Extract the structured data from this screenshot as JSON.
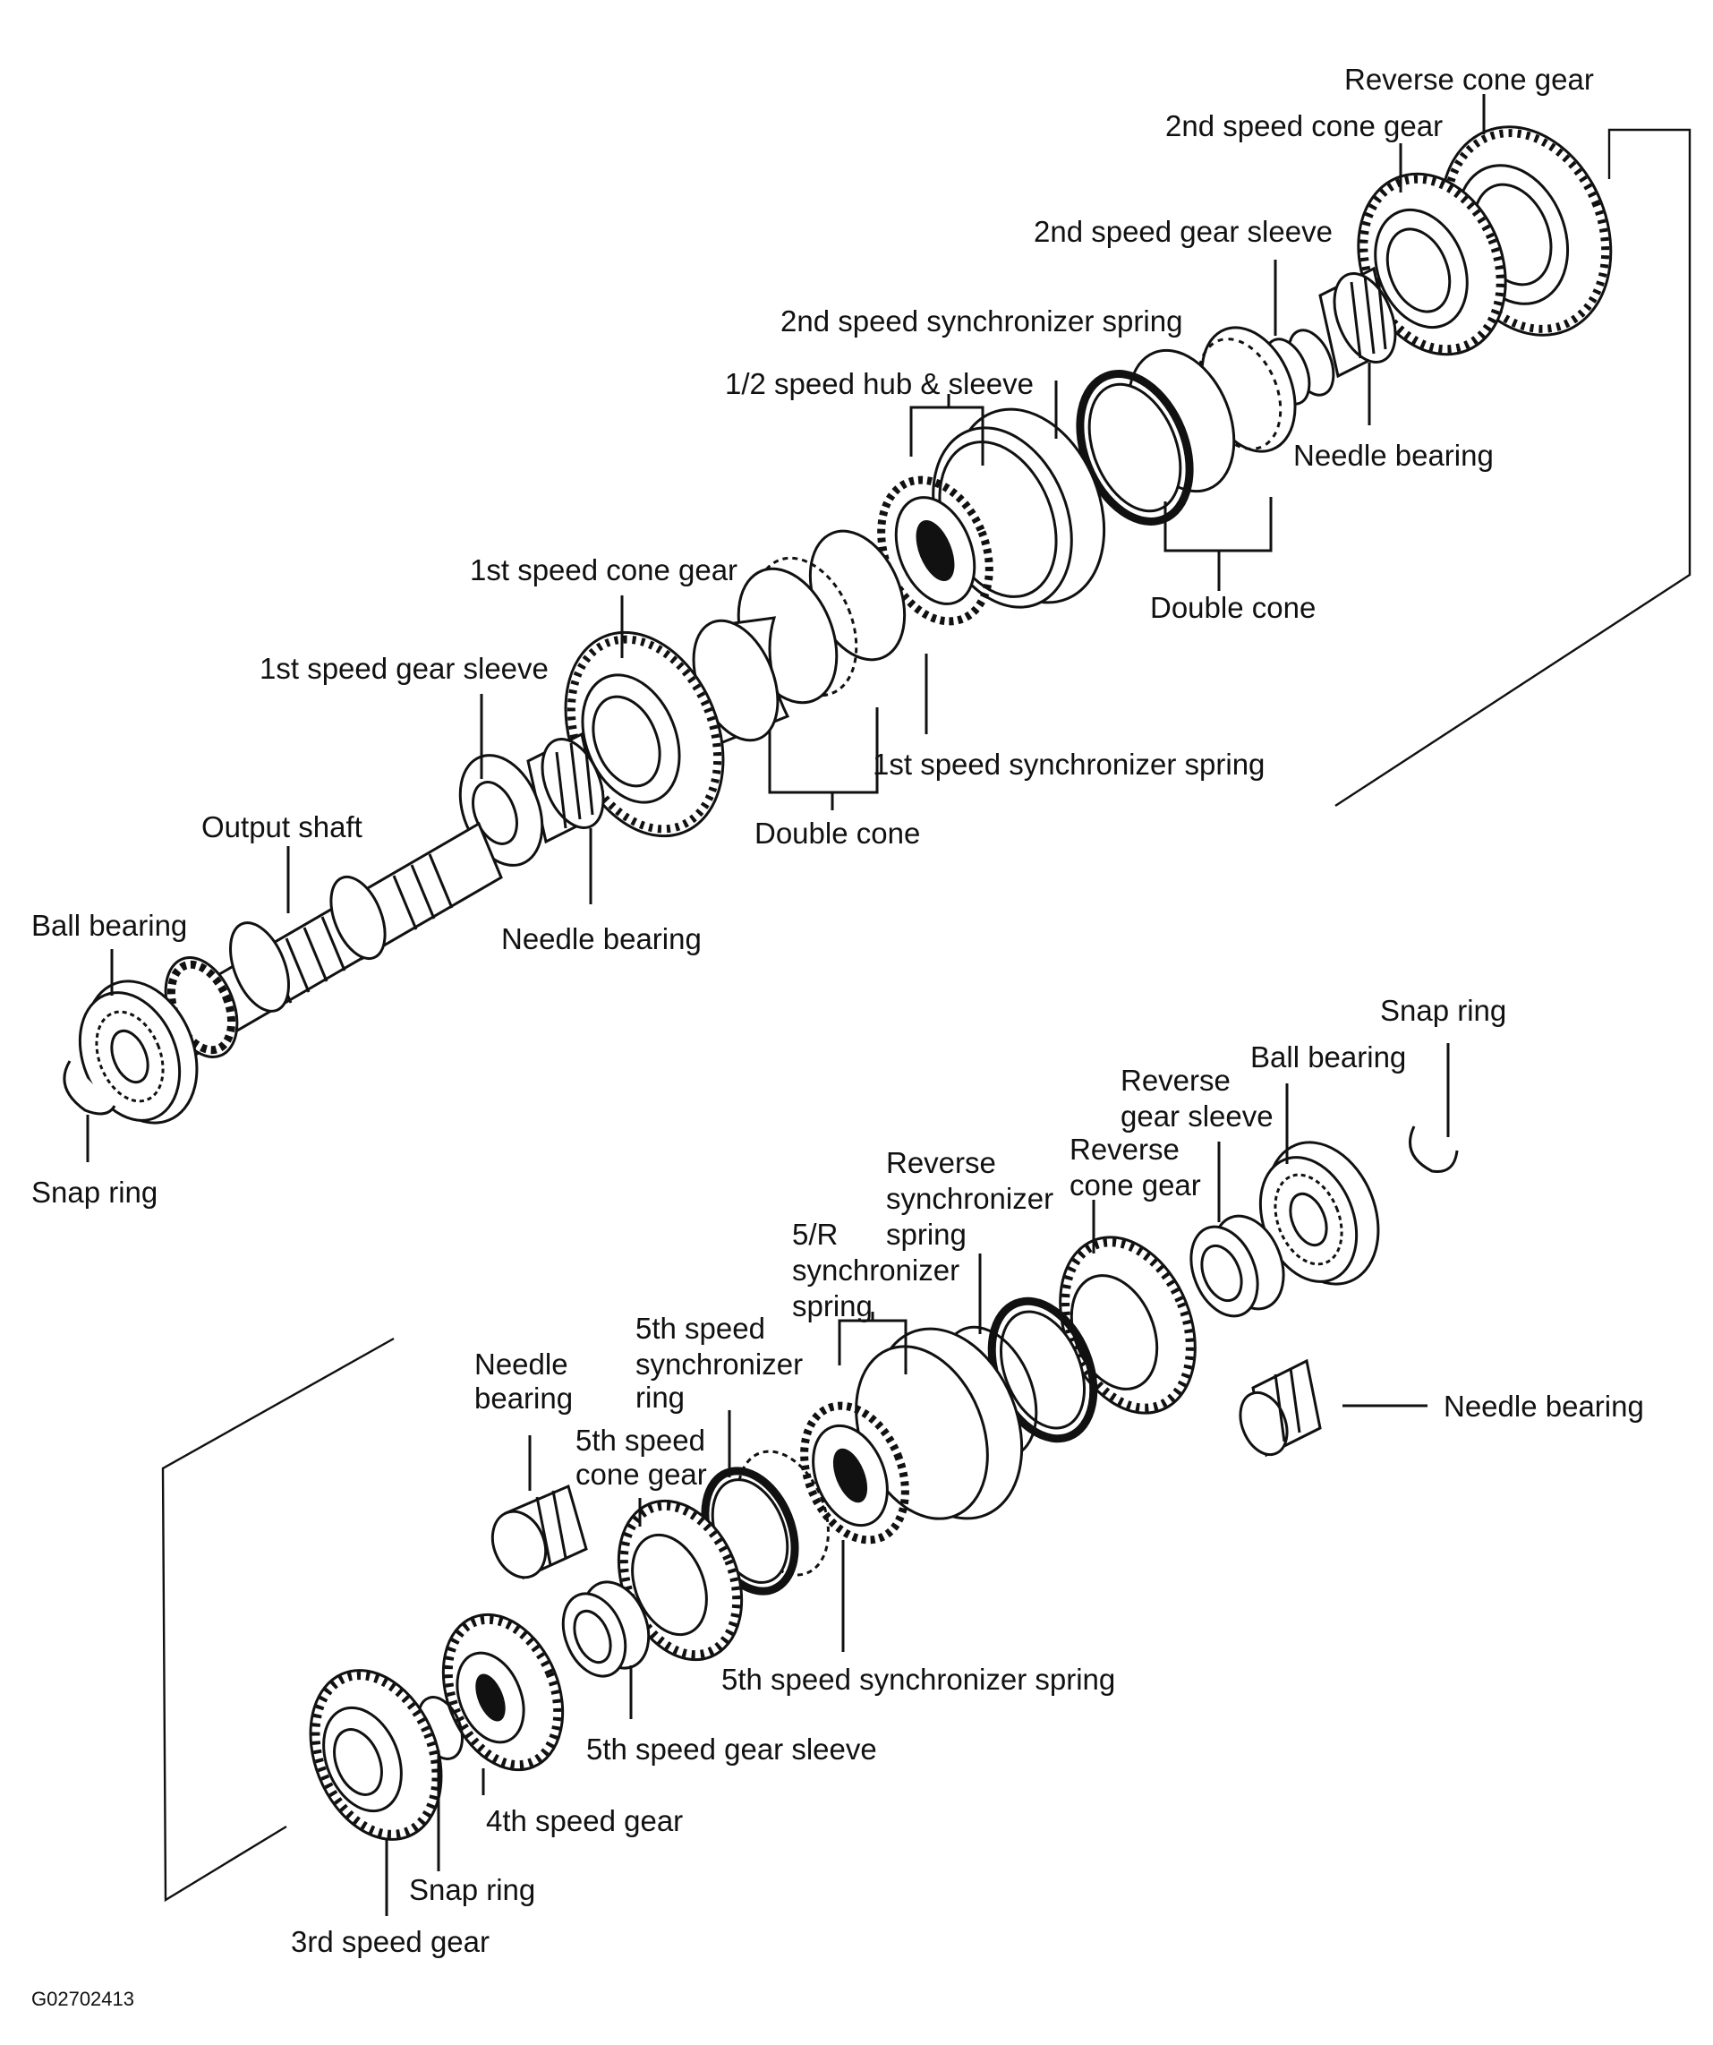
{
  "colors": {
    "ink": "#111111",
    "background": "#ffffff"
  },
  "figure_code": "G02702413",
  "upper_assembly": {
    "labels": {
      "reverse_cone_gear": "Reverse cone gear",
      "second_speed_cone_gear": "2nd speed cone gear",
      "second_speed_gear_sleeve": "2nd speed gear sleeve",
      "second_speed_synchronizer_spring": "2nd speed synchronizer spring",
      "one_two_speed_hub_sleeve": "1/2 speed hub & sleeve",
      "needle_bearing_right": "Needle bearing",
      "first_speed_cone_gear": "1st speed cone gear",
      "double_cone_right": "Double cone",
      "first_speed_gear_sleeve": "1st speed gear sleeve",
      "first_speed_synchronizer_spring": "1st speed synchronizer spring",
      "output_shaft": "Output shaft",
      "double_cone_left": "Double cone",
      "ball_bearing": "Ball bearing",
      "needle_bearing_left": "Needle bearing",
      "snap_ring": "Snap ring"
    }
  },
  "lower_assembly": {
    "labels": {
      "snap_ring_right": "Snap ring",
      "ball_bearing": "Ball bearing",
      "reverse_gear_sleeve_1": "Reverse",
      "reverse_gear_sleeve_2": "gear sleeve",
      "reverse_cone_gear_1": "Reverse",
      "reverse_cone_gear_2": "cone gear",
      "reverse_sync_spring_1": "Reverse",
      "reverse_sync_spring_2": "synchronizer",
      "reverse_sync_spring_3": "spring",
      "five_r_sync_spring_1": "5/R",
      "five_r_sync_spring_2": "synchronizer",
      "five_r_sync_spring_3": "spring",
      "fifth_sync_ring_1": "5th speed",
      "fifth_sync_ring_2": "synchronizer",
      "fifth_sync_ring_3": "ring",
      "needle_bearing_left_1": "Needle",
      "needle_bearing_left_2": "bearing",
      "fifth_cone_gear_1": "5th speed",
      "fifth_cone_gear_2": "cone gear",
      "needle_bearing_right": "Needle bearing",
      "fifth_sync_spring": "5th speed synchronizer spring",
      "fifth_gear_sleeve": "5th speed gear sleeve",
      "fourth_speed_gear": "4th speed gear",
      "snap_ring_left": "Snap ring",
      "third_speed_gear": "3rd speed gear"
    }
  }
}
